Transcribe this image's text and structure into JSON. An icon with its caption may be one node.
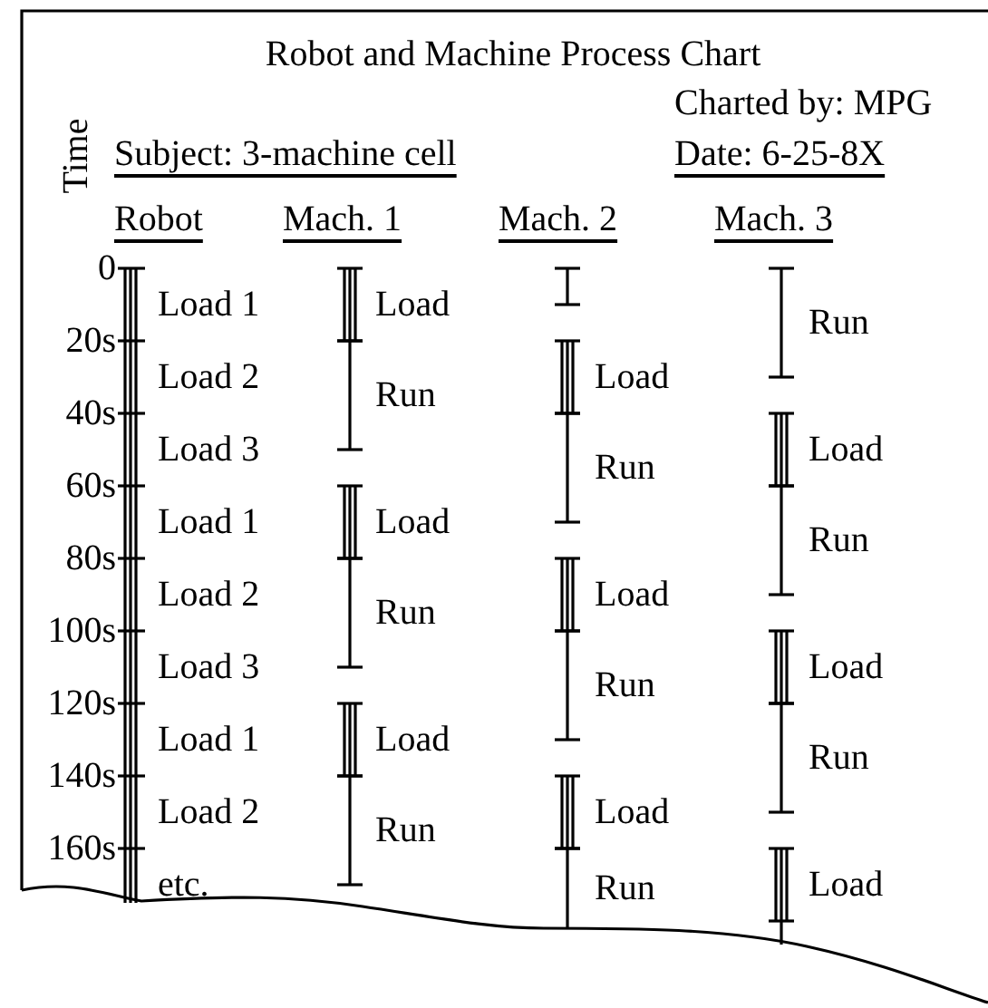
{
  "diagram": {
    "title": "Robot and Machine Process Chart",
    "labels": [
      "Charted by: MPG",
      "Time",
      "Subject: 3-machine cell",
      "Date: 6-25-8X",
      "Robot",
      "Mach. 1",
      "Mach. 2",
      "Mach. 3",
      "0",
      "20s",
      "40s",
      "60s",
      "80s",
      "100s",
      "120s",
      "140s",
      "160s",
      "Load 1",
      "Load 2",
      "Load 3",
      "Load 1",
      "Load 2",
      "Load 3",
      "Load 1",
      "Load 2",
      "etc.",
      "Load",
      "Run",
      "Load",
      "Run",
      "Load",
      "Run",
      "Load",
      "Run",
      "Load",
      "Run",
      "Load",
      "Run",
      "Run",
      "Load",
      "Run",
      "Load",
      "Run",
      "Load"
    ]
  }
}
